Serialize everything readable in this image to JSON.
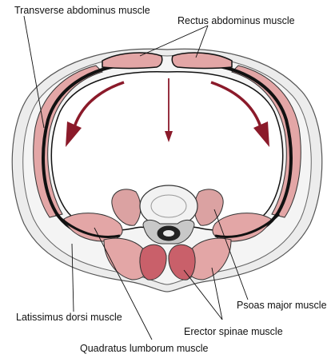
{
  "labels": {
    "transverse_abdominus": "Transverse abdominus muscle",
    "rectus_abdominus": "Rectus abdominus muscle",
    "psoas_major": "Psoas major muscle",
    "latissimus_dorsi": "Latissimus dorsi muscle",
    "erector_spinae": "Erector spinae muscle",
    "quadratus_lumborum": "Quadratus lumborum muscle"
  },
  "colors": {
    "muscle_pink": "#e3a6a6",
    "muscle_dark_red": "#c9606a",
    "arrow_red": "#8b1a2a",
    "fascia_black": "#111111",
    "skin_gray": "#ececec",
    "vertebra_gray": "#c8c8c8"
  }
}
